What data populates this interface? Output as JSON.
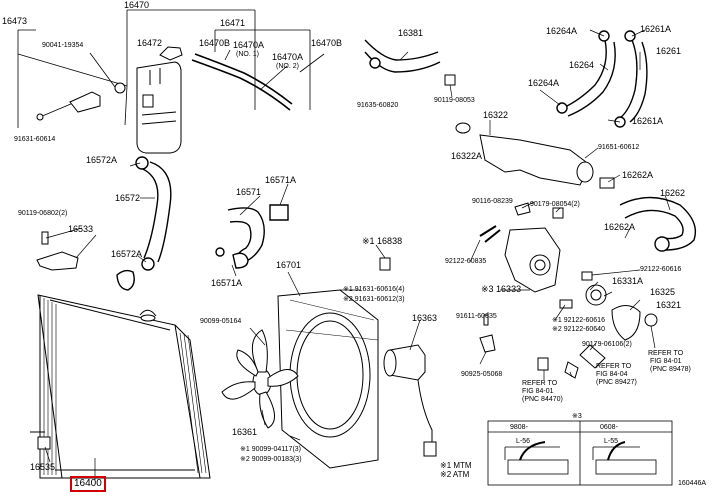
{
  "diagram": {
    "labels": [
      {
        "id": "p16473",
        "text": "16473"
      },
      {
        "id": "p16470",
        "text": "16470"
      },
      {
        "id": "p16471",
        "text": "16471"
      },
      {
        "id": "p90041",
        "text": "90041-19354"
      },
      {
        "id": "p16472",
        "text": "16472"
      },
      {
        "id": "p16470b1",
        "text": "16470B"
      },
      {
        "id": "p16470a1",
        "text": "16470A"
      },
      {
        "id": "no1",
        "text": "(NO. 1)"
      },
      {
        "id": "p16470a2",
        "text": "16470A"
      },
      {
        "id": "no2",
        "text": "(NO. 2)"
      },
      {
        "id": "p16470b2",
        "text": "16470B"
      },
      {
        "id": "p91631_60614",
        "text": "91631-60614"
      },
      {
        "id": "p16381",
        "text": "16381"
      },
      {
        "id": "p91635",
        "text": "91635-60820"
      },
      {
        "id": "p90119_08053",
        "text": "90119-08053"
      },
      {
        "id": "p16264a1",
        "text": "16264A"
      },
      {
        "id": "p16261a1",
        "text": "16261A"
      },
      {
        "id": "p16261",
        "text": "16261"
      },
      {
        "id": "p16264",
        "text": "16264"
      },
      {
        "id": "p16264a2",
        "text": "16264A"
      },
      {
        "id": "p16261a2",
        "text": "16261A"
      },
      {
        "id": "p16322",
        "text": "16322"
      },
      {
        "id": "p16322a",
        "text": "16322A"
      },
      {
        "id": "p91651",
        "text": "91651-60612"
      },
      {
        "id": "p16262a1",
        "text": "16262A"
      },
      {
        "id": "p16572a1",
        "text": "16572A"
      },
      {
        "id": "p16572",
        "text": "16572"
      },
      {
        "id": "p16571",
        "text": "16571"
      },
      {
        "id": "p16571a1",
        "text": "16571A"
      },
      {
        "id": "p16262",
        "text": "16262"
      },
      {
        "id": "p90116",
        "text": "90116-08239"
      },
      {
        "id": "p90179_08054",
        "text": "90179-08054(2)"
      },
      {
        "id": "p90119_06802",
        "text": "90119-06802(2)"
      },
      {
        "id": "p16533",
        "text": "16533"
      },
      {
        "id": "p16838",
        "text": "※1 16838"
      },
      {
        "id": "p16262a2",
        "text": "16262A"
      },
      {
        "id": "p92122_60835",
        "text": "92122-60835"
      },
      {
        "id": "p16572a2",
        "text": "16572A"
      },
      {
        "id": "p16701",
        "text": "16701"
      },
      {
        "id": "p92122_60616",
        "text": "92122-60616"
      },
      {
        "id": "p16571a2",
        "text": "16571A"
      },
      {
        "id": "p91631_60616",
        "text": "※1 91631-60616(4)"
      },
      {
        "id": "p91631_60612",
        "text": "※2 91631-60612(3)"
      },
      {
        "id": "p16333",
        "text": "※3 16333"
      },
      {
        "id": "p16331a",
        "text": "16331A"
      },
      {
        "id": "p16325",
        "text": "16325"
      },
      {
        "id": "p90099",
        "text": "90099-05164"
      },
      {
        "id": "p16363",
        "text": "16363"
      },
      {
        "id": "p91611",
        "text": "91611-60835"
      },
      {
        "id": "p16321",
        "text": "16321"
      },
      {
        "id": "p92122_60616b",
        "text": "※1 92122-60616"
      },
      {
        "id": "p92122_60640",
        "text": "※2 92122-60640"
      },
      {
        "id": "p90179_06106",
        "text": "90179-06106(2)"
      },
      {
        "id": "refer1a",
        "text": "REFER TO"
      },
      {
        "id": "refer1b",
        "text": "FIG 84-01"
      },
      {
        "id": "refer1c",
        "text": "(PNC 89478)"
      },
      {
        "id": "p90925",
        "text": "90925-05068"
      },
      {
        "id": "refer2a",
        "text": "REFER TO"
      },
      {
        "id": "refer2b",
        "text": "FIG 84-01"
      },
      {
        "id": "refer2c",
        "text": "(PNC 84470)"
      },
      {
        "id": "refer3a",
        "text": "REFER TO"
      },
      {
        "id": "refer3b",
        "text": "FIG 84-04"
      },
      {
        "id": "refer3c",
        "text": "(PNC 89427)"
      },
      {
        "id": "p16361",
        "text": "16361"
      },
      {
        "id": "p90099_04117",
        "text": "※1 90099-04117(3)"
      },
      {
        "id": "p90099_00183",
        "text": "※2 90099-00183(3)"
      },
      {
        "id": "p16535",
        "text": "16535"
      },
      {
        "id": "p16400",
        "text": "16400"
      }
    ],
    "legend": {
      "atm1": "※1 MTM",
      "atm2": "※2 ATM"
    },
    "inset": {
      "ref": "※3",
      "col1": "9808-",
      "col2": "0608-",
      "dim1": "L-56",
      "dim2": "L-55"
    },
    "catalog_ref": "160446A"
  }
}
